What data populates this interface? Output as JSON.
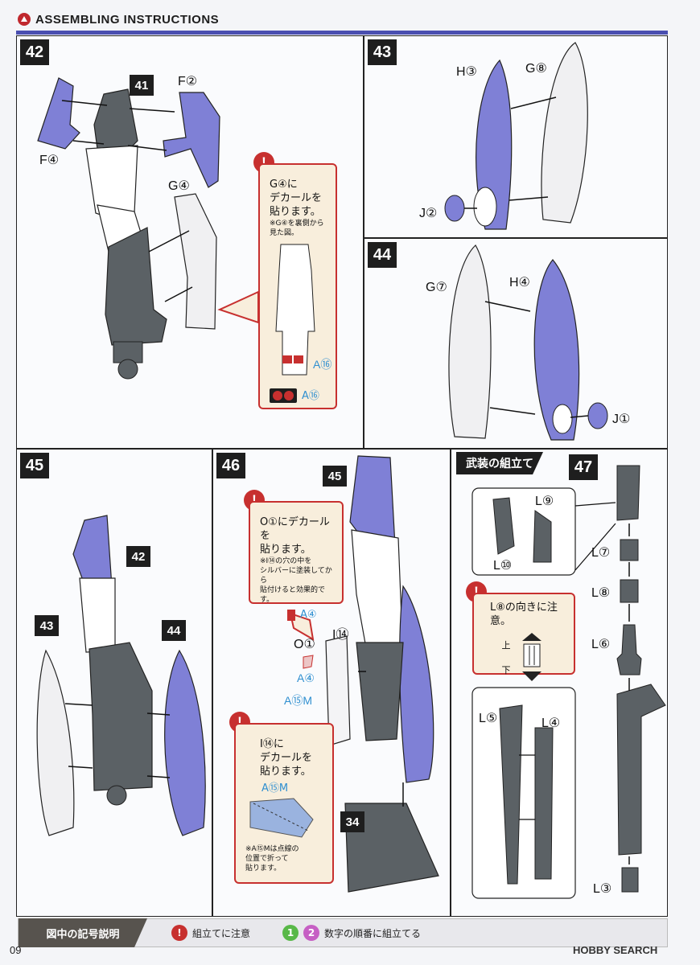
{
  "header": {
    "title": "ASSEMBLING INSTRUCTIONS"
  },
  "steps": {
    "s42": {
      "num": "42",
      "ref": "41",
      "labels": {
        "f2": "F②",
        "f4": "F④",
        "g4": "G④",
        "a16a": "A⑯",
        "a16b": "A⑯"
      },
      "note": {
        "line1": "G④に",
        "line2": "デカールを",
        "line3": "貼ります。",
        "sub1": "※G④を裏側から",
        "sub2": "見た図。"
      }
    },
    "s43": {
      "num": "43",
      "labels": {
        "h3": "H③",
        "g8": "G⑧",
        "j2": "J②"
      }
    },
    "s44": {
      "num": "44",
      "labels": {
        "g7": "G⑦",
        "h4": "H④",
        "j1": "J①"
      }
    },
    "s45": {
      "num": "45",
      "refs": {
        "r42": "42",
        "r43": "43",
        "r44": "44"
      }
    },
    "s46": {
      "num": "46",
      "refs": {
        "r45": "45",
        "r34": "34"
      },
      "labels": {
        "o1": "O①",
        "i14": "I⑭",
        "a4": "A④",
        "a15m": "A⑮M"
      },
      "note1": {
        "line1": "O①にデカールを",
        "line2": "貼ります。",
        "sub1": "※I⑭の穴の中を",
        "sub2": "シルバーに塗装してから",
        "sub3": "貼付けると効果的です。",
        "a4": "A④"
      },
      "note2": {
        "line1": "I⑭に",
        "line2": "デカールを",
        "line3": "貼ります。",
        "a15m": "A⑮M",
        "sub1": "※A⑮Mは点線の",
        "sub2": "位置で折って",
        "sub3": "貼ります。"
      }
    },
    "s47": {
      "num": "47",
      "section_title": "武装の組立て",
      "labels": {
        "l9": "L⑨",
        "l10": "L⑩",
        "l7": "L⑦",
        "l8": "L⑧",
        "l6": "L⑥",
        "l5": "L⑤",
        "l4": "L④",
        "l3": "L③"
      },
      "note": {
        "line1": "L⑧の向きに注意。",
        "up": "上",
        "down": "下"
      }
    }
  },
  "footer": {
    "title": "図中の記号説明",
    "item1": "組立てに注意",
    "n1": "1",
    "n2": "2",
    "item2": "数字の順番に組立てる"
  },
  "page_number": "09",
  "watermark": "HOBBY SEARCH",
  "colors": {
    "purple": "#7f80d6",
    "gray": "#5b6165",
    "red": "#c7302f",
    "accent": "#4a4fb0"
  }
}
